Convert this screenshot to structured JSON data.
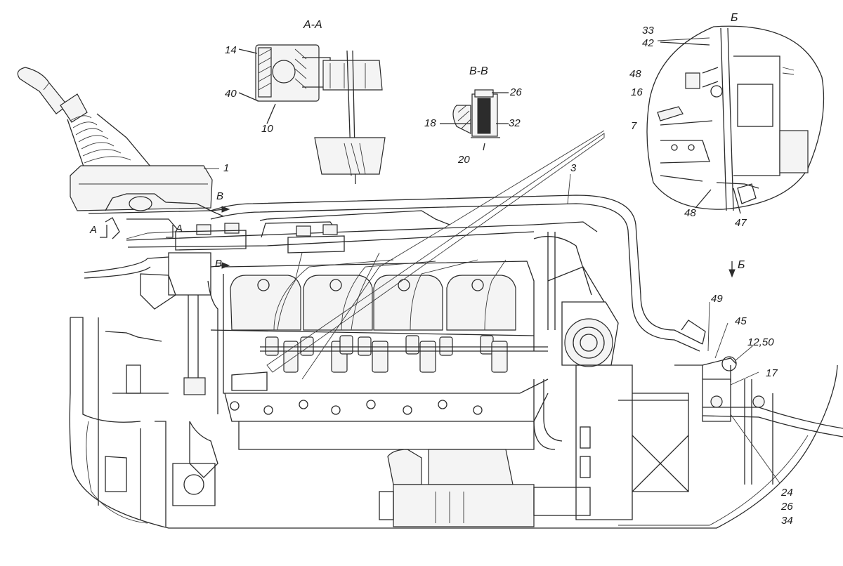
{
  "sections": {
    "a": "А-А",
    "v": "В-В",
    "b": "Б",
    "b_view": "Б"
  },
  "markers": {
    "a_left": "А",
    "a_right": "А",
    "v_top": "В",
    "v_bottom": "В"
  },
  "callouts": {
    "c1": "1",
    "c3": "3",
    "c7": "7",
    "c10": "10",
    "c14": "14",
    "c16": "16",
    "c17": "17",
    "c18": "18",
    "c20": "20",
    "c26": "26",
    "c32": "32",
    "c33": "33",
    "c40": "40",
    "c42": "42",
    "c45": "45",
    "c47": "47",
    "c48a": "48",
    "c48b": "48",
    "c49": "49",
    "c1250": "12,50",
    "c24": "24",
    "c26b": "26",
    "c34": "34"
  }
}
